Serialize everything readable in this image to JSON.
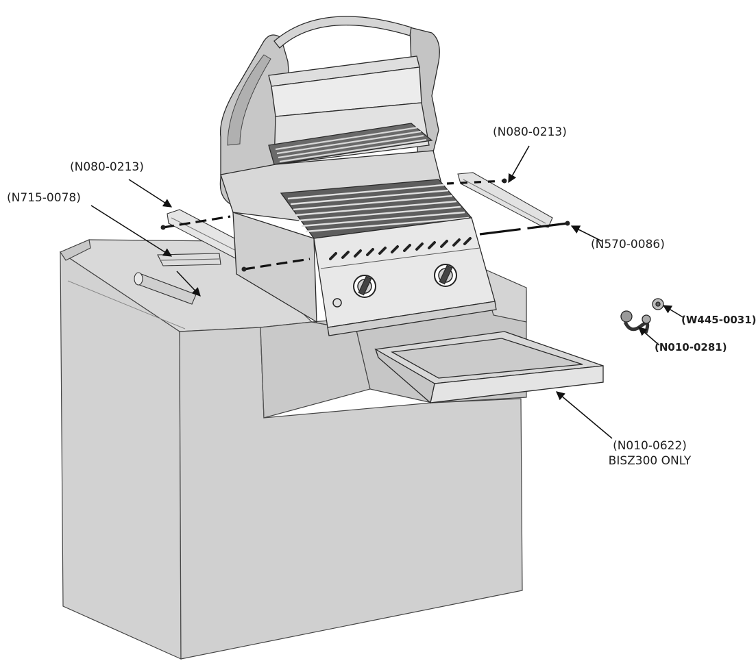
{
  "callouts": {
    "side_shelf_bracket_left": "(N080-0213)",
    "grill_support_bracket": "(N715-0078)",
    "side_shelf_bracket_right": "(N080-0213)",
    "bolt": "(N570-0086)",
    "knob_nut": "(W445-0031)",
    "hose_fitting": "(N010-0281)",
    "drip_tray": "(N010-0622)",
    "drip_tray_note": "BISZ300 ONLY"
  },
  "colors": {
    "island": "#d6d6d6",
    "island_front": "#cfcfcf",
    "island_top": "#dcdcdc",
    "stainless": "#e7e7e7",
    "outline": "#2a2a2a",
    "grate": "#5a5a5a"
  }
}
